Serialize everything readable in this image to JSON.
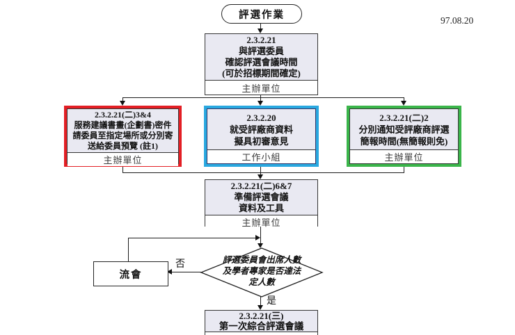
{
  "meta": {
    "date": "97.08.20"
  },
  "flow": {
    "start_label": "評選作業",
    "confirm": {
      "code": "2.3.2.21",
      "lines": [
        "與評選委員",
        "確認評選會議時間",
        "(可於招標期間確定)"
      ],
      "unit": "主辦單位"
    },
    "proposal": {
      "code": "2.3.2.21(二)3&4",
      "lines": [
        "服務建議書畫(企劃書)密件",
        "請委員至指定場所或分別寄",
        "送給委員預覽 (註1)"
      ],
      "unit": "主辦單位",
      "accent": "#e31e24"
    },
    "review": {
      "code": "2.3.2.20",
      "lines": [
        "就受評廠商資料",
        "擬具初審意見"
      ],
      "unit": "工作小組",
      "accent": "#29a8e0"
    },
    "notify": {
      "code": "2.3.2.21(二)2",
      "lines": [
        "分別通知受評廠商評選",
        "簡報時間(無簡報則免)"
      ],
      "unit": "主辦單位",
      "accent": "#3ab54a"
    },
    "prepare": {
      "code": "2.3.2.21(二)6&7",
      "lines": [
        "準備評選會議",
        "資料及工具"
      ],
      "unit": "主辦單位"
    },
    "decision": {
      "lines": [
        "評選委員會出席人數",
        "及學者專家是否達法",
        "定人數"
      ],
      "no_label": "否",
      "yes_label": "是"
    },
    "abort_label": "流會",
    "final": {
      "code": "2.3.2.21(三)",
      "lines": [
        "第一次綜合評選會議"
      ]
    }
  },
  "colors": {
    "box_fill": "#e9e9f2",
    "line": "#1a1a1a",
    "accent_red": "#e31e24",
    "accent_blue": "#29a8e0",
    "accent_green": "#3ab54a"
  }
}
